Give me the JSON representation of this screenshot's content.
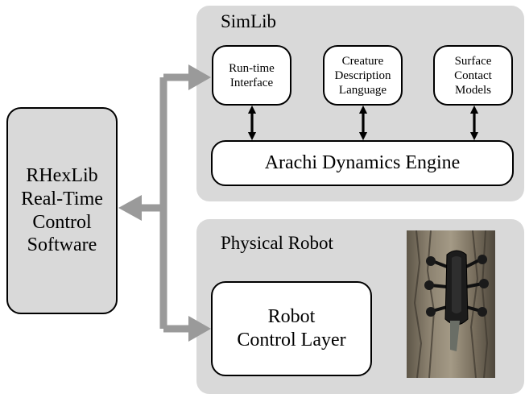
{
  "rhexlib": {
    "label": "RHexLib\nReal-Time\nControl\nSoftware"
  },
  "simlib": {
    "title": "SimLib",
    "runtime_interface": "Run-time\nInterface",
    "creature_language": "Creature\nDescription\nLanguage",
    "surface_models": "Surface\nContact\nModels",
    "engine": "Arachi Dynamics Engine"
  },
  "physical": {
    "title": "Physical Robot",
    "control_layer": "Robot\nControl Layer"
  },
  "colors": {
    "panel_fill": "#d9d9d9",
    "arrow_gray": "#9a9a9a",
    "box_border": "#000000"
  },
  "icons": {
    "connector": "double-headed-arrow",
    "photo": "hexapod-robot-on-tree-trunk"
  }
}
